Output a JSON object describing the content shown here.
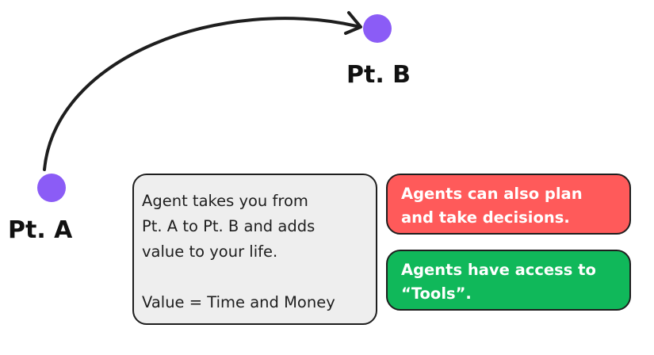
{
  "points": {
    "a_label": "Pt. A",
    "b_label": "Pt. B"
  },
  "main_note": {
    "lines": [
      "Agent takes you from",
      "Pt. A to Pt. B and adds",
      "value to your life."
    ],
    "value_line": "Value = Time and Money"
  },
  "callouts": {
    "plan": {
      "lines": [
        "Agents can also plan",
        "and take decisions."
      ]
    },
    "tools": {
      "lines": [
        "Agents have access to",
        "“Tools”."
      ]
    }
  },
  "colors": {
    "point_fill": "#8b5cf6",
    "arrow_stroke": "#1e1e1e",
    "note_fill": "#eeeeee",
    "plan_fill": "#ff5a5a",
    "tools_fill": "#10b85a",
    "callout_text": "#ffffff"
  }
}
